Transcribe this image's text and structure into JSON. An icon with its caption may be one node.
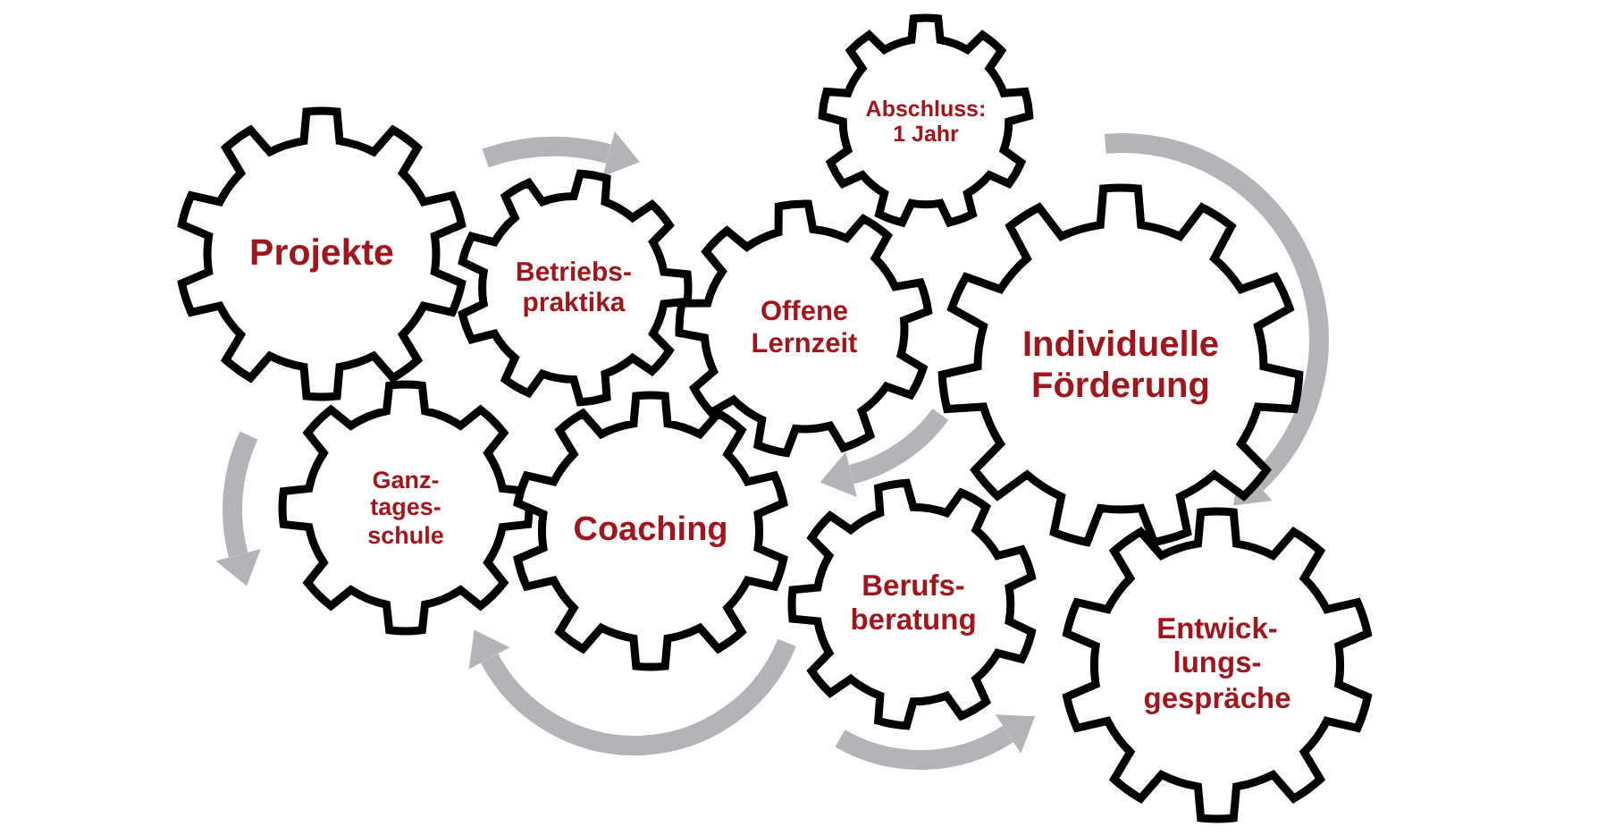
{
  "diagram": {
    "nodes": [
      {
        "text": [
          "Abschluss: 1 Jahr"
        ]
      },
      {
        "text": [
          "Projekte"
        ]
      },
      {
        "text": [
          "Betriebs- praktika"
        ]
      },
      {
        "text": [
          "Offene Lernzeit"
        ]
      },
      {
        "text": [
          "Individuelle Förderung"
        ]
      },
      {
        "text": [
          "Ganz- tages- schule"
        ]
      },
      {
        "text": [
          "Coaching"
        ]
      },
      {
        "text": [
          "Berufs- beratung"
        ]
      },
      {
        "text": [
          "Entwick- lungs- gespräche"
        ]
      }
    ]
  }
}
